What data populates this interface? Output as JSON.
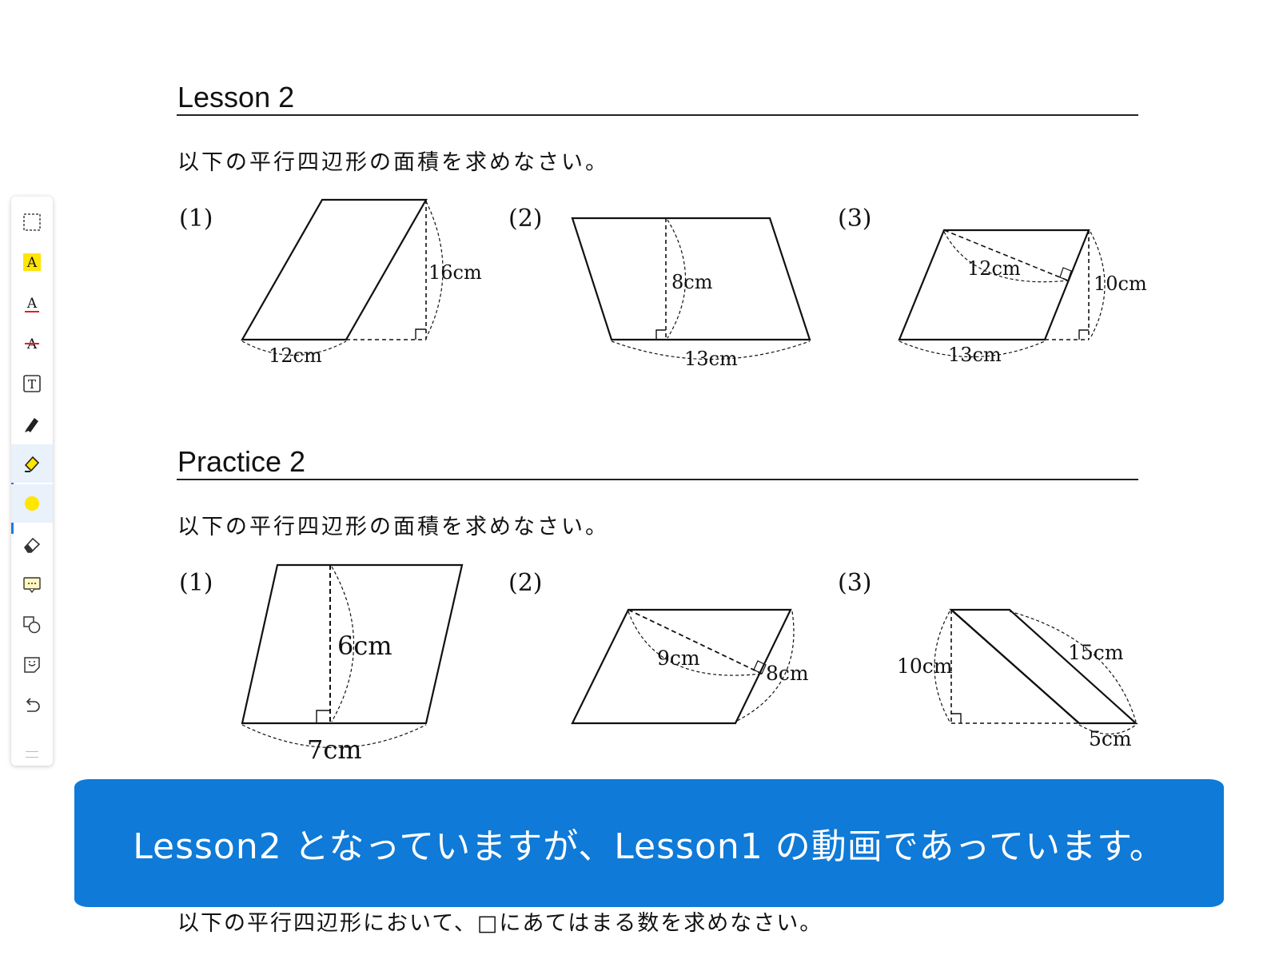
{
  "lesson": {
    "title": "Lesson 2",
    "instruction": "以下の平行四辺形の面積を求めなさい。",
    "problems": [
      {
        "label": "(1)",
        "base": "12cm",
        "height": "16cm"
      },
      {
        "label": "(2)",
        "base": "13cm",
        "height": "8cm"
      },
      {
        "label": "(3)",
        "base": "13cm",
        "side": "12cm",
        "height": "10cm"
      }
    ]
  },
  "practice": {
    "title": "Practice 2",
    "instruction": "以下の平行四辺形の面積を求めなさい。",
    "problems": [
      {
        "label": "(1)",
        "base": "7cm",
        "height": "6cm"
      },
      {
        "label": "(2)",
        "side": "9cm",
        "height": "8cm"
      },
      {
        "label": "(3)",
        "height": "10cm",
        "side": "15cm",
        "base": "5cm"
      }
    ]
  },
  "banner": {
    "text": "Lesson2 となっていますが、Lesson1 の動画であっています。"
  },
  "bottom_instruction": "以下の平行四辺形において、□にあてはまる数を求めなさい。",
  "toolbar": {
    "tools": [
      "select-icon",
      "highlight-text-icon",
      "underline-text-icon",
      "strikethrough-text-icon",
      "text-box-icon",
      "pen-icon",
      "highlighter-icon",
      "color-swatch-icon",
      "eraser-icon",
      "comment-icon",
      "shapes-icon",
      "sticker-icon",
      "undo-icon"
    ],
    "active_tool": "highlighter-icon",
    "highlight_color": "#ffe500",
    "accent_color": "#1e7be4"
  },
  "colors": {
    "banner": "#0f7ad7",
    "banner_text": "#ffffff"
  }
}
